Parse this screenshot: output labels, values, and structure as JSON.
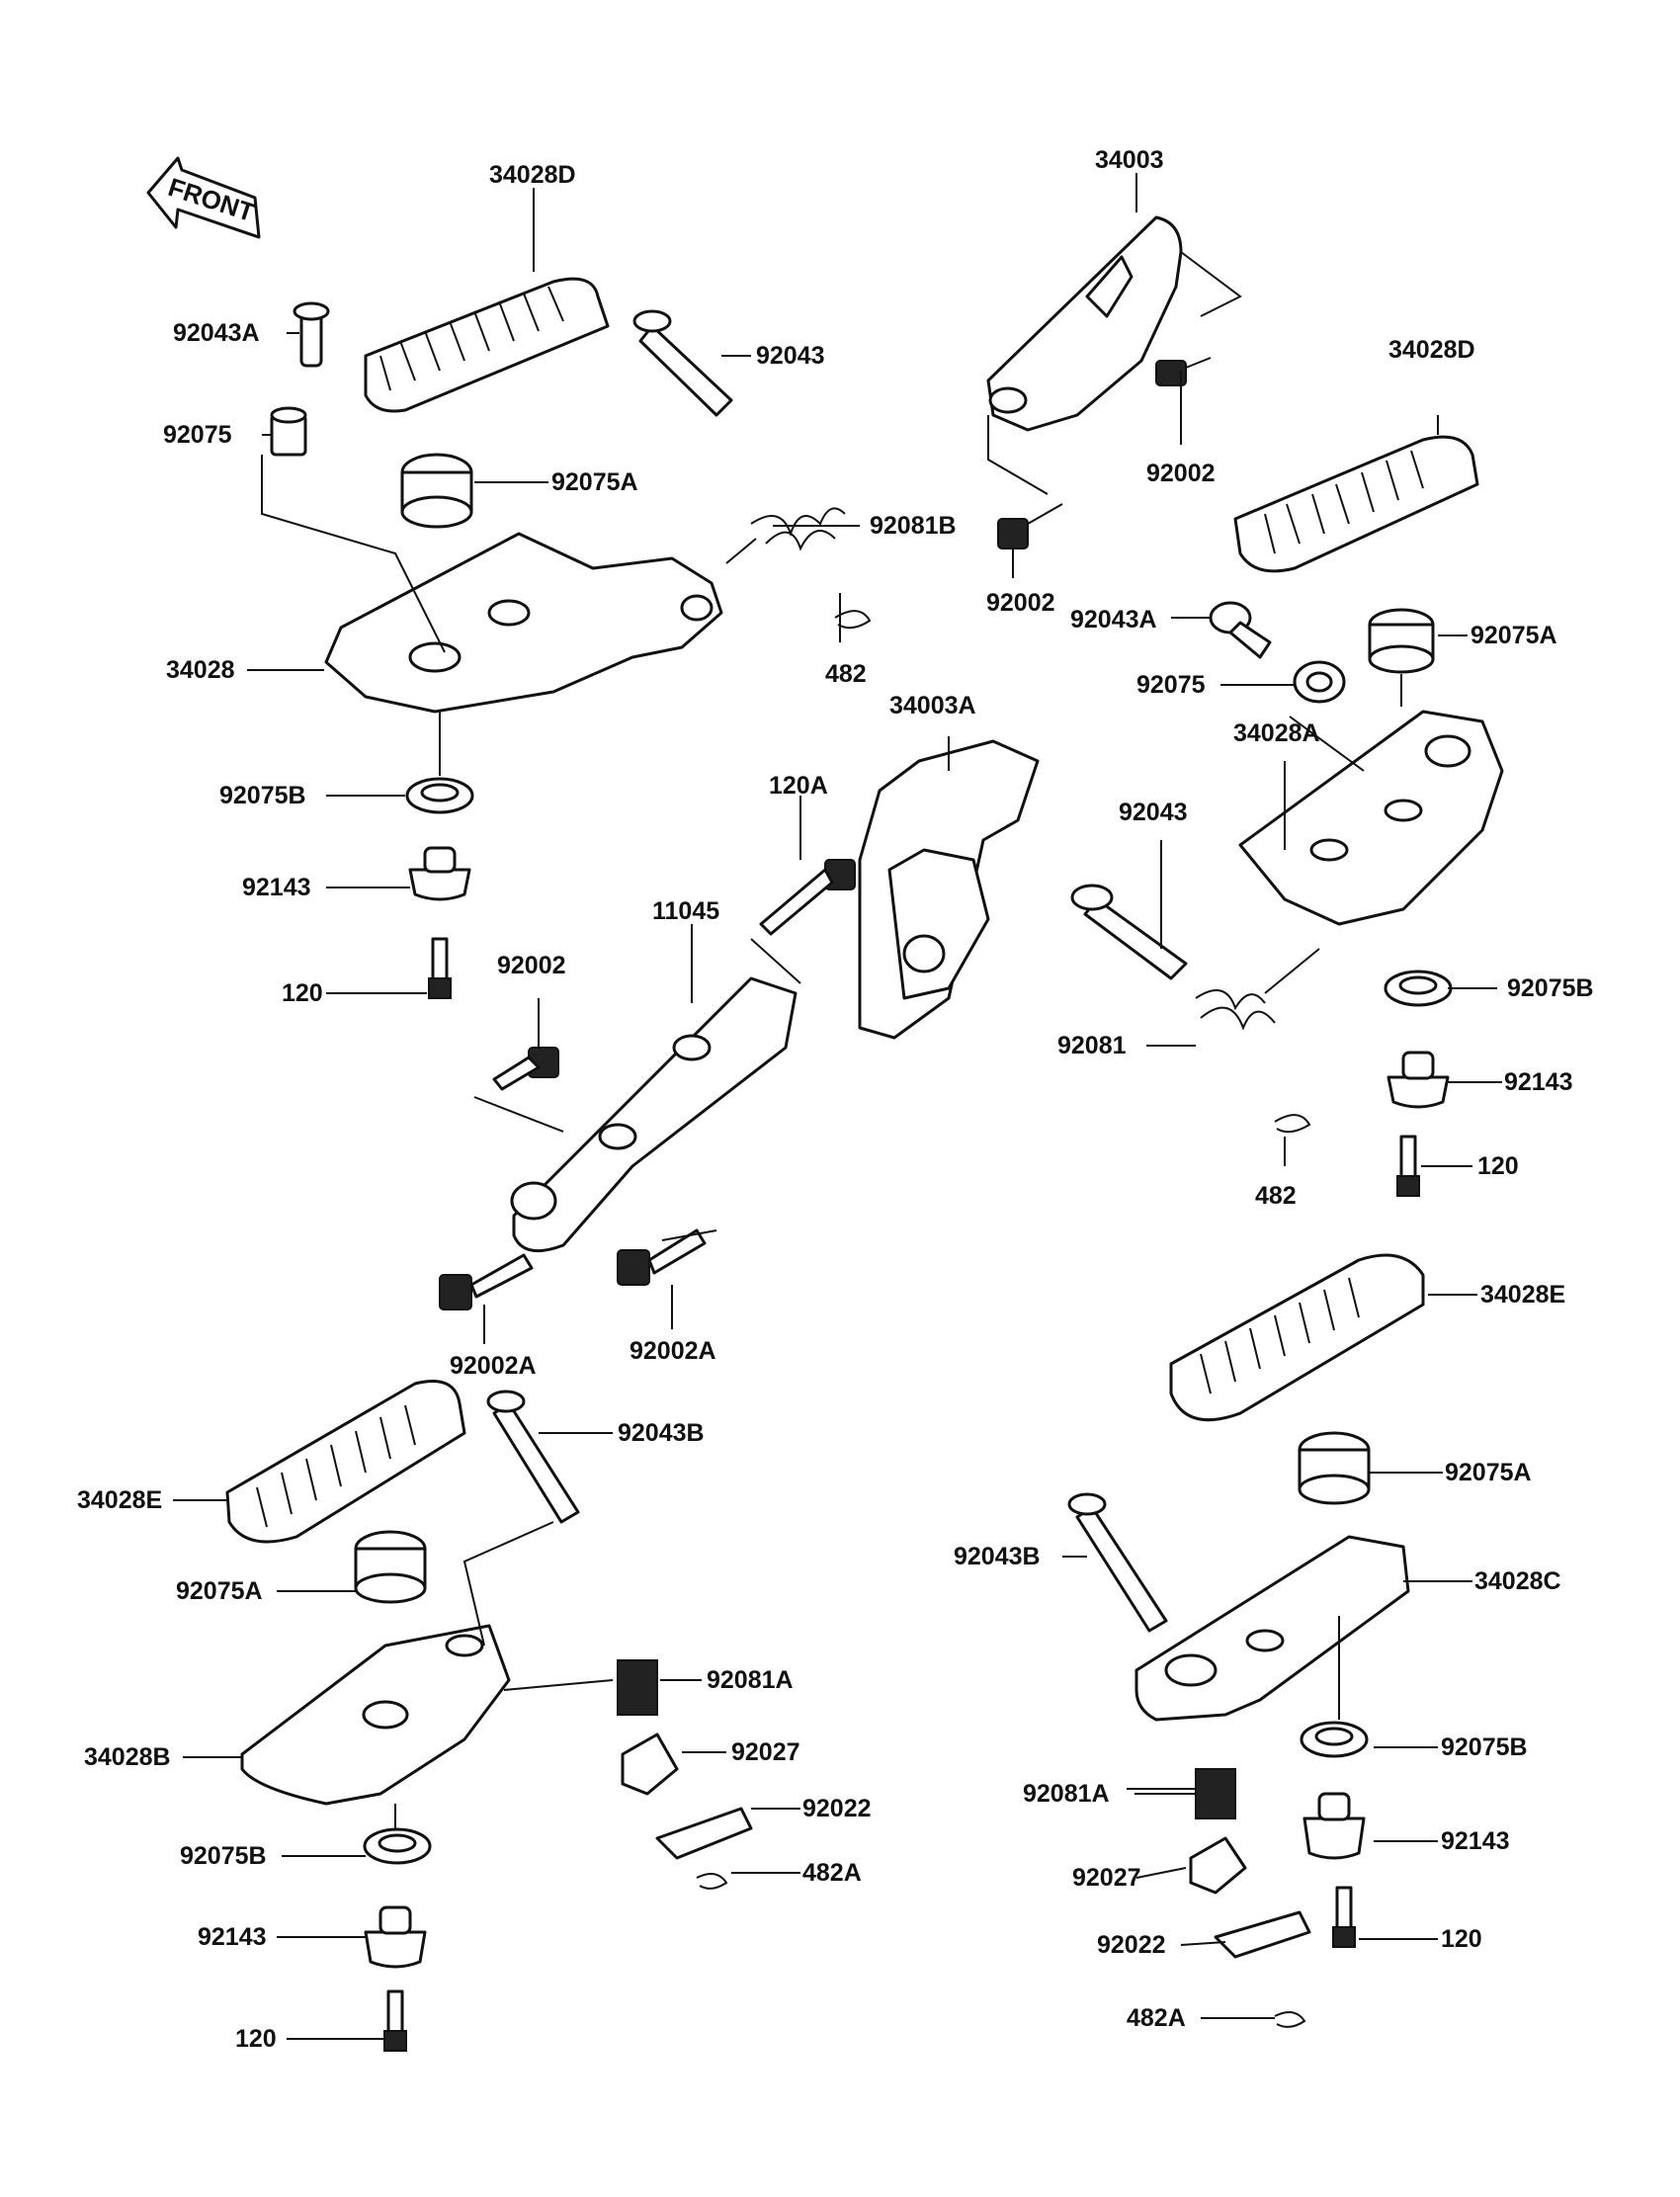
{
  "front_label": "FRONT",
  "labels": {
    "p34028D_top": "34028D",
    "p92043A_left": "92043A",
    "p92043_top": "92043",
    "p92075_left": "92075",
    "p92075A_left": "92075A",
    "p92081B": "92081B",
    "p482_top": "482",
    "p34028": "34028",
    "p92075B_left": "92075B",
    "p92143_left": "92143",
    "p120_left": "120",
    "p34003": "34003",
    "p92002_right": "92002",
    "p34028D_right": "34028D",
    "p92002_mid": "92002",
    "p92043A_right": "92043A",
    "p92075A_right": "92075A",
    "p92075_right": "92075",
    "p34003A": "34003A",
    "p34028A": "34028A",
    "p120A": "120A",
    "p92043_mid": "92043",
    "p11045": "11045",
    "p92002_center": "92002",
    "p92075B_right": "92075B",
    "p92081": "92081",
    "p92143_right": "92143",
    "p482_right": "482",
    "p120_right": "120",
    "p92002A_left": "92002A",
    "p92002A_right": "92002A",
    "p34028E_right": "34028E",
    "p92043B_top": "92043B",
    "p34028E_left": "34028E",
    "p92075A_bl": "92075A",
    "p92075A_br": "92075A",
    "p92043B_br": "92043B",
    "p34028C": "34028C",
    "p92081A_bl": "92081A",
    "p92027_bl": "92027",
    "p34028B": "34028B",
    "p92022_bl": "92022",
    "p92075B_bl": "92075B",
    "p482A_bl": "482A",
    "p92075B_br": "92075B",
    "p92081A_br": "92081A",
    "p92143_br": "92143",
    "p92027_br": "92027",
    "p92143_bl": "92143",
    "p120_br": "120",
    "p92022_br": "92022",
    "p482A_br": "482A",
    "p120_bl": "120"
  }
}
